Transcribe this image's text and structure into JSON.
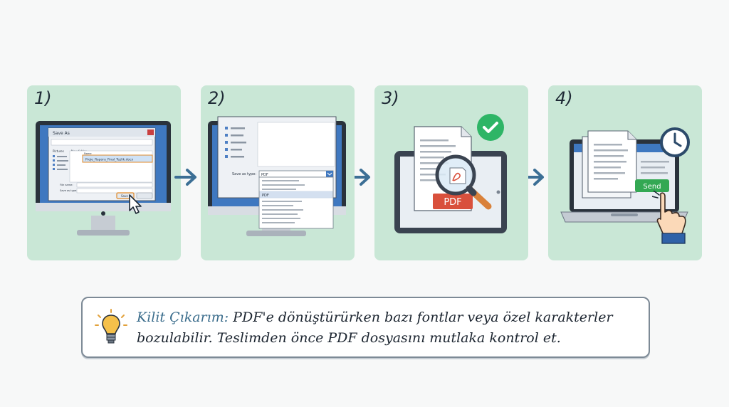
{
  "steps": [
    {
      "label": "1)",
      "dialog_title": "Save As",
      "toolbar_text": "New folder",
      "sidebar_label": "Pictures",
      "list_header": "Name",
      "file_entry": "Proje_Raporu_Final_Tezlik.docx",
      "field_file_name": "File name:",
      "field_save_type": "Save as type:",
      "save_button": "Save"
    },
    {
      "label": "2)",
      "save_type_label": "Save as type:",
      "save_type_value": "PDF",
      "highlight_option": "PDF"
    },
    {
      "label": "3)",
      "pdf_badge": "PDF"
    },
    {
      "label": "4)",
      "send_button": "Send"
    }
  ],
  "note": {
    "lead": "Kilit Çıkarım:",
    "line1": " PDF'e dönüştürürken bazı fontlar veya özel karakterler",
    "line2": "bozulabilir. Teslimden önce PDF dosyasını mutlaka kontrol et."
  },
  "icons": [
    "monitor-icon",
    "cursor-icon",
    "arrow-right-icon",
    "magnifier-icon",
    "check-icon",
    "clock-icon",
    "hand-pointer-icon",
    "lightbulb-icon"
  ],
  "colors": {
    "panel": "#c9e7d6",
    "accent_blue": "#3f78c0",
    "check_green": "#2eb566",
    "pdf_red": "#d9503c",
    "send_green": "#33a853",
    "arrow": "#3c6f95"
  }
}
